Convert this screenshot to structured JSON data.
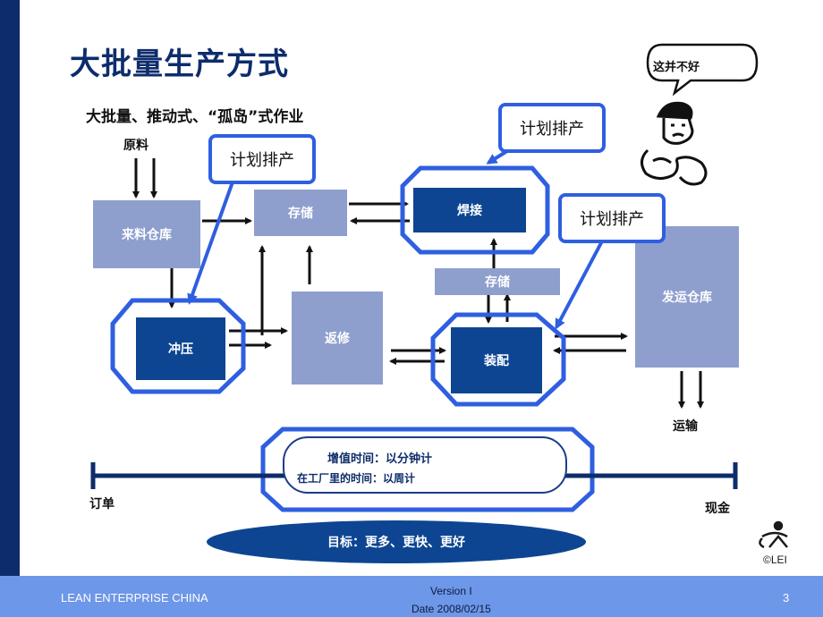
{
  "title": "大批量生产方式",
  "subtitle": "大批量、推动式、“孤岛”式作业",
  "labels": {
    "raw_material": "原料",
    "transport": "运输",
    "order": "订单",
    "cash": "现金"
  },
  "boxes": {
    "incoming_warehouse": "来料仓库",
    "storage_top": "存储",
    "welding": "焊接",
    "storage_mid": "存储",
    "stamping": "冲压",
    "repair": "返修",
    "assembly": "装配",
    "shipping_warehouse": "发运仓库"
  },
  "callouts": {
    "left": "计划排产",
    "top": "计划排产",
    "right": "计划排产"
  },
  "timeline": {
    "value_added": "增值时间：以分钟计",
    "factory_time": "在工厂里的时间：以周计"
  },
  "goal": "目标：更多、更快、更好",
  "speech_bubble": "这并不好",
  "logo": "©LEI",
  "footer": {
    "company": "LEAN ENTERPRISE CHINA",
    "version": "Version  I",
    "date": "Date 2008/02/15",
    "page": "3"
  },
  "colors": {
    "navy": "#0d2c6b",
    "light_box": "#8e9fce",
    "dark_box": "#0d4592",
    "highlight": "#2f5fe0",
    "footer_bar": "#6d97e8"
  }
}
